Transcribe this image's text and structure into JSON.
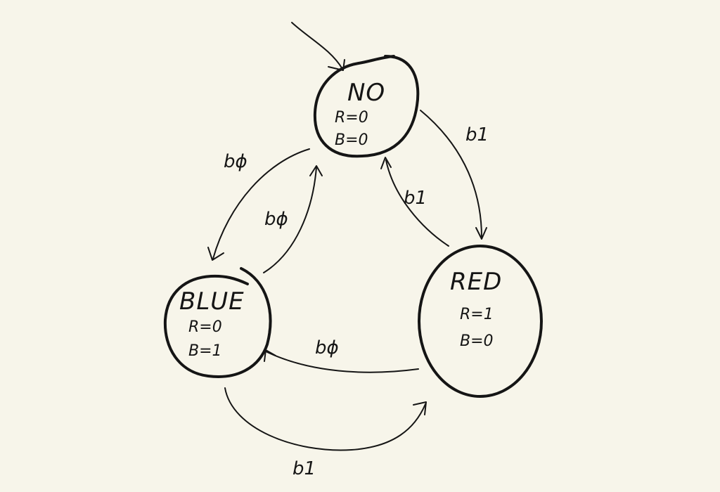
{
  "diagram": {
    "states": [
      {
        "id": "no",
        "name": "NO",
        "outputs": [
          "R=0",
          "B=0"
        ],
        "initial": true
      },
      {
        "id": "red",
        "name": "RED",
        "outputs": [
          "R=1",
          "B=0"
        ]
      },
      {
        "id": "blue",
        "name": "BLUE",
        "outputs": [
          "R=0",
          "B=1"
        ]
      }
    ],
    "transitions": [
      {
        "from": "no",
        "to": "red",
        "label": "b1"
      },
      {
        "from": "red",
        "to": "no",
        "label": "b1"
      },
      {
        "from": "no",
        "to": "blue",
        "label": "bϕ"
      },
      {
        "from": "blue",
        "to": "no",
        "label": "bϕ"
      },
      {
        "from": "red",
        "to": "blue",
        "label": "bϕ"
      },
      {
        "from": "blue",
        "to": "red",
        "label": "b1"
      }
    ]
  }
}
